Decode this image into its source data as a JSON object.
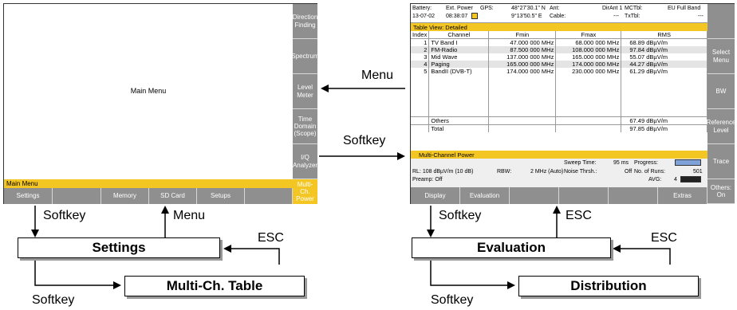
{
  "left_screen": {
    "center_text": "Main Menu",
    "status_bar": "Main Menu",
    "right_softkeys": [
      "Direction Finding",
      "Spectrum",
      "Level Meter",
      "Time Domain (Scope)",
      "I/Q Analyzer",
      "Multi-Ch. Power"
    ],
    "bottom_softkeys": [
      "Settings",
      "",
      "Memory",
      "SD Card",
      "Setups",
      ""
    ]
  },
  "right_screen": {
    "header": {
      "battery_label": "Battery:",
      "battery_value": "Ext. Power",
      "date": "13-07-02",
      "time": "08:38:07",
      "gps_label": "GPS:",
      "gps_lat": "48°27'30.1\" N",
      "gps_lon": "9°13'50.5\" E",
      "ant_label": "Ant:",
      "ant_value": "DirAnt 1",
      "cable_label": "Cable:",
      "cable_value": "---",
      "mctbl_label": "MCTbl:",
      "mctbl_value": "EU Full Band",
      "txtbl_label": "TxTbl:",
      "txtbl_value": "---"
    },
    "table_view": "Table View: Detailed",
    "columns": [
      "Index",
      "Channel",
      "Fmin",
      "Fmax",
      "RMS"
    ],
    "rows": [
      {
        "index": "1",
        "channel": "TV Band I",
        "fmin": "47.000 000 MHz",
        "fmax": "68.000 000 MHz",
        "rms": "68.89 dBµV/m"
      },
      {
        "index": "2",
        "channel": "FM-Radio",
        "fmin": "87.500 000 MHz",
        "fmax": "108.000 000 MHz",
        "rms": "97.84 dBµV/m"
      },
      {
        "index": "3",
        "channel": "Mid Wave",
        "fmin": "137.000 000 MHz",
        "fmax": "165.000 000 MHz",
        "rms": "55.07 dBµV/m"
      },
      {
        "index": "4",
        "channel": "Paging",
        "fmin": "165.000 000 MHz",
        "fmax": "174.000 000 MHz",
        "rms": "44.27 dBµV/m"
      },
      {
        "index": "5",
        "channel": "BandII (DVB-T)",
        "fmin": "174.000 000 MHz",
        "fmax": "230.000 000 MHz",
        "rms": "61.29 dBµV/m"
      }
    ],
    "others_label": "Others",
    "others_value": "67.49 dBµV/m",
    "total_label": "Total",
    "total_value": "97.85 dBµV/m",
    "mode_bar": "Multi-Channel Power",
    "status": {
      "sweep_time_label": "Sweep Time:",
      "sweep_time_value": "95 ms",
      "progress_label": "Progress:",
      "rl": "RL:  108 dBµV/m (10 dB)",
      "rbw_label": "RBW:",
      "rbw_value": "2 MHz (Auto)",
      "noise_label": "Noise Thrsh.:",
      "noise_value": "Off",
      "runs_label": "No. of Runs:",
      "runs_value": "501",
      "preamp": "Preamp: Off",
      "avg_label": "AVG:",
      "avg_value": "4"
    },
    "right_softkeys": [
      "",
      "Select Menu",
      "BW",
      "Reference Level",
      "Trace",
      "Others: On"
    ],
    "bottom_softkeys": [
      "Display",
      "Evaluation",
      "",
      "",
      "",
      "Extras"
    ]
  },
  "flow": {
    "menu_label": "Menu",
    "softkey_label": "Softkey",
    "left": {
      "softkey_down": "Softkey",
      "menu_up": "Menu",
      "box1": "Settings",
      "esc": "ESC",
      "box2": "Multi-Ch. Table",
      "softkey_bottom": "Softkey"
    },
    "right": {
      "softkey_down": "Softkey",
      "esc_up": "ESC",
      "box1": "Evaluation",
      "esc": "ESC",
      "box2": "Distribution",
      "softkey_bottom": "Softkey"
    }
  }
}
